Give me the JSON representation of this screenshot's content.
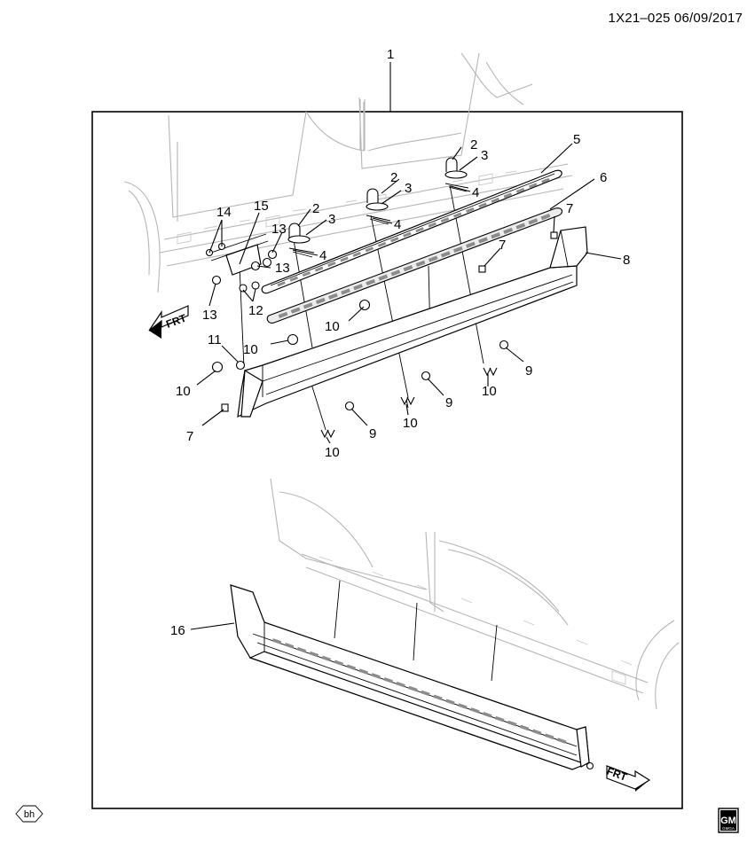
{
  "header": {
    "code": "1X21–025",
    "date": "06/09/2017"
  },
  "labels": {
    "n1": "1",
    "n2": "2",
    "n3": "3",
    "n4": "4",
    "n5": "5",
    "n6": "6",
    "n7": "7",
    "n8": "8",
    "n9": "9",
    "n10": "10",
    "n11": "11",
    "n12": "12",
    "n13": "13",
    "n14": "14",
    "n15": "15",
    "n16": "16"
  },
  "arrows": {
    "front": "FRT"
  },
  "logos": {
    "bh": "bh",
    "gm": "GM",
    "gm_sub": "GMGA"
  }
}
